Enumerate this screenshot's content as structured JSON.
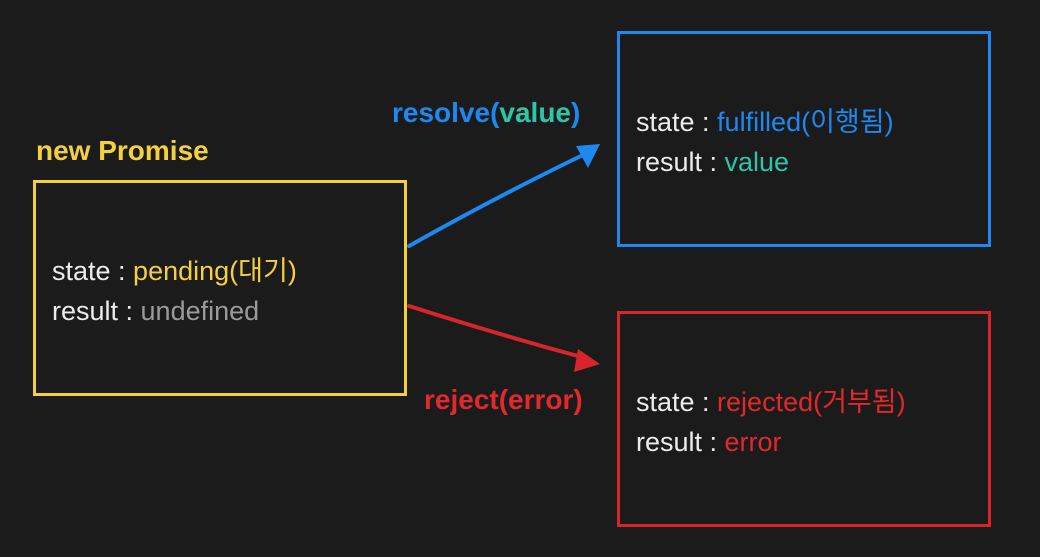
{
  "promise_title": "new Promise",
  "pending": {
    "state_key": "state : ",
    "state_value": "pending(대기)",
    "result_key": "result : ",
    "result_value": "undefined"
  },
  "resolve": {
    "label_fn": "resolve(",
    "label_arg": "value",
    "label_close": ")"
  },
  "reject": {
    "label": "reject(error)"
  },
  "fulfilled": {
    "state_key": "state : ",
    "state_value": "fulfilled(이행됨)",
    "result_key": "result : ",
    "result_value": "value"
  },
  "rejected": {
    "state_key": "state : ",
    "state_value": "rejected(거부됨)",
    "result_key": "result : ",
    "result_value": "error"
  },
  "colors": {
    "background": "#1b1b1b",
    "pending": "#f4d03f",
    "fulfilled": "#1e88f0",
    "value": "#2ec4a6",
    "rejected": "#e0282d",
    "undefined": "#9a9a9a"
  }
}
